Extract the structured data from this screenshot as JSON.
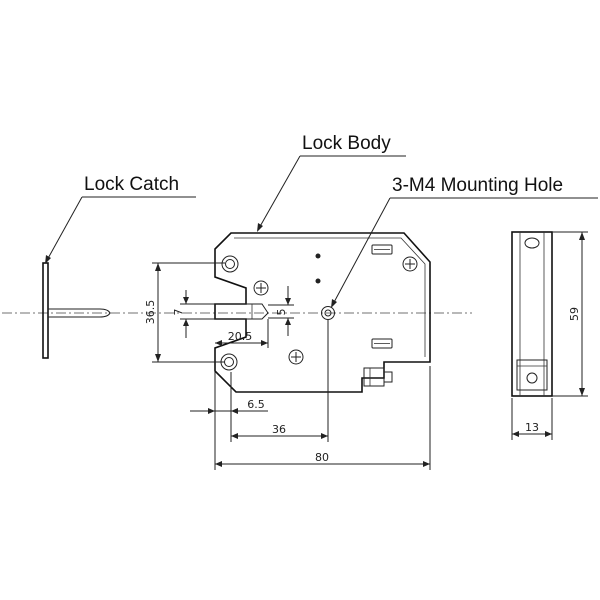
{
  "labels": {
    "lock_body": "Lock Body",
    "lock_catch": "Lock Catch",
    "mounting_hole": "3-M4 Mounting Hole"
  },
  "dimensions": {
    "d36_5": "36.5",
    "d7": "7",
    "d5": "5",
    "d20_5": "20.5",
    "d6_5": "6.5",
    "d36": "36",
    "d80": "80",
    "d59": "59",
    "d13": "13"
  },
  "colors": {
    "line": "#222222",
    "background": "#ffffff"
  }
}
